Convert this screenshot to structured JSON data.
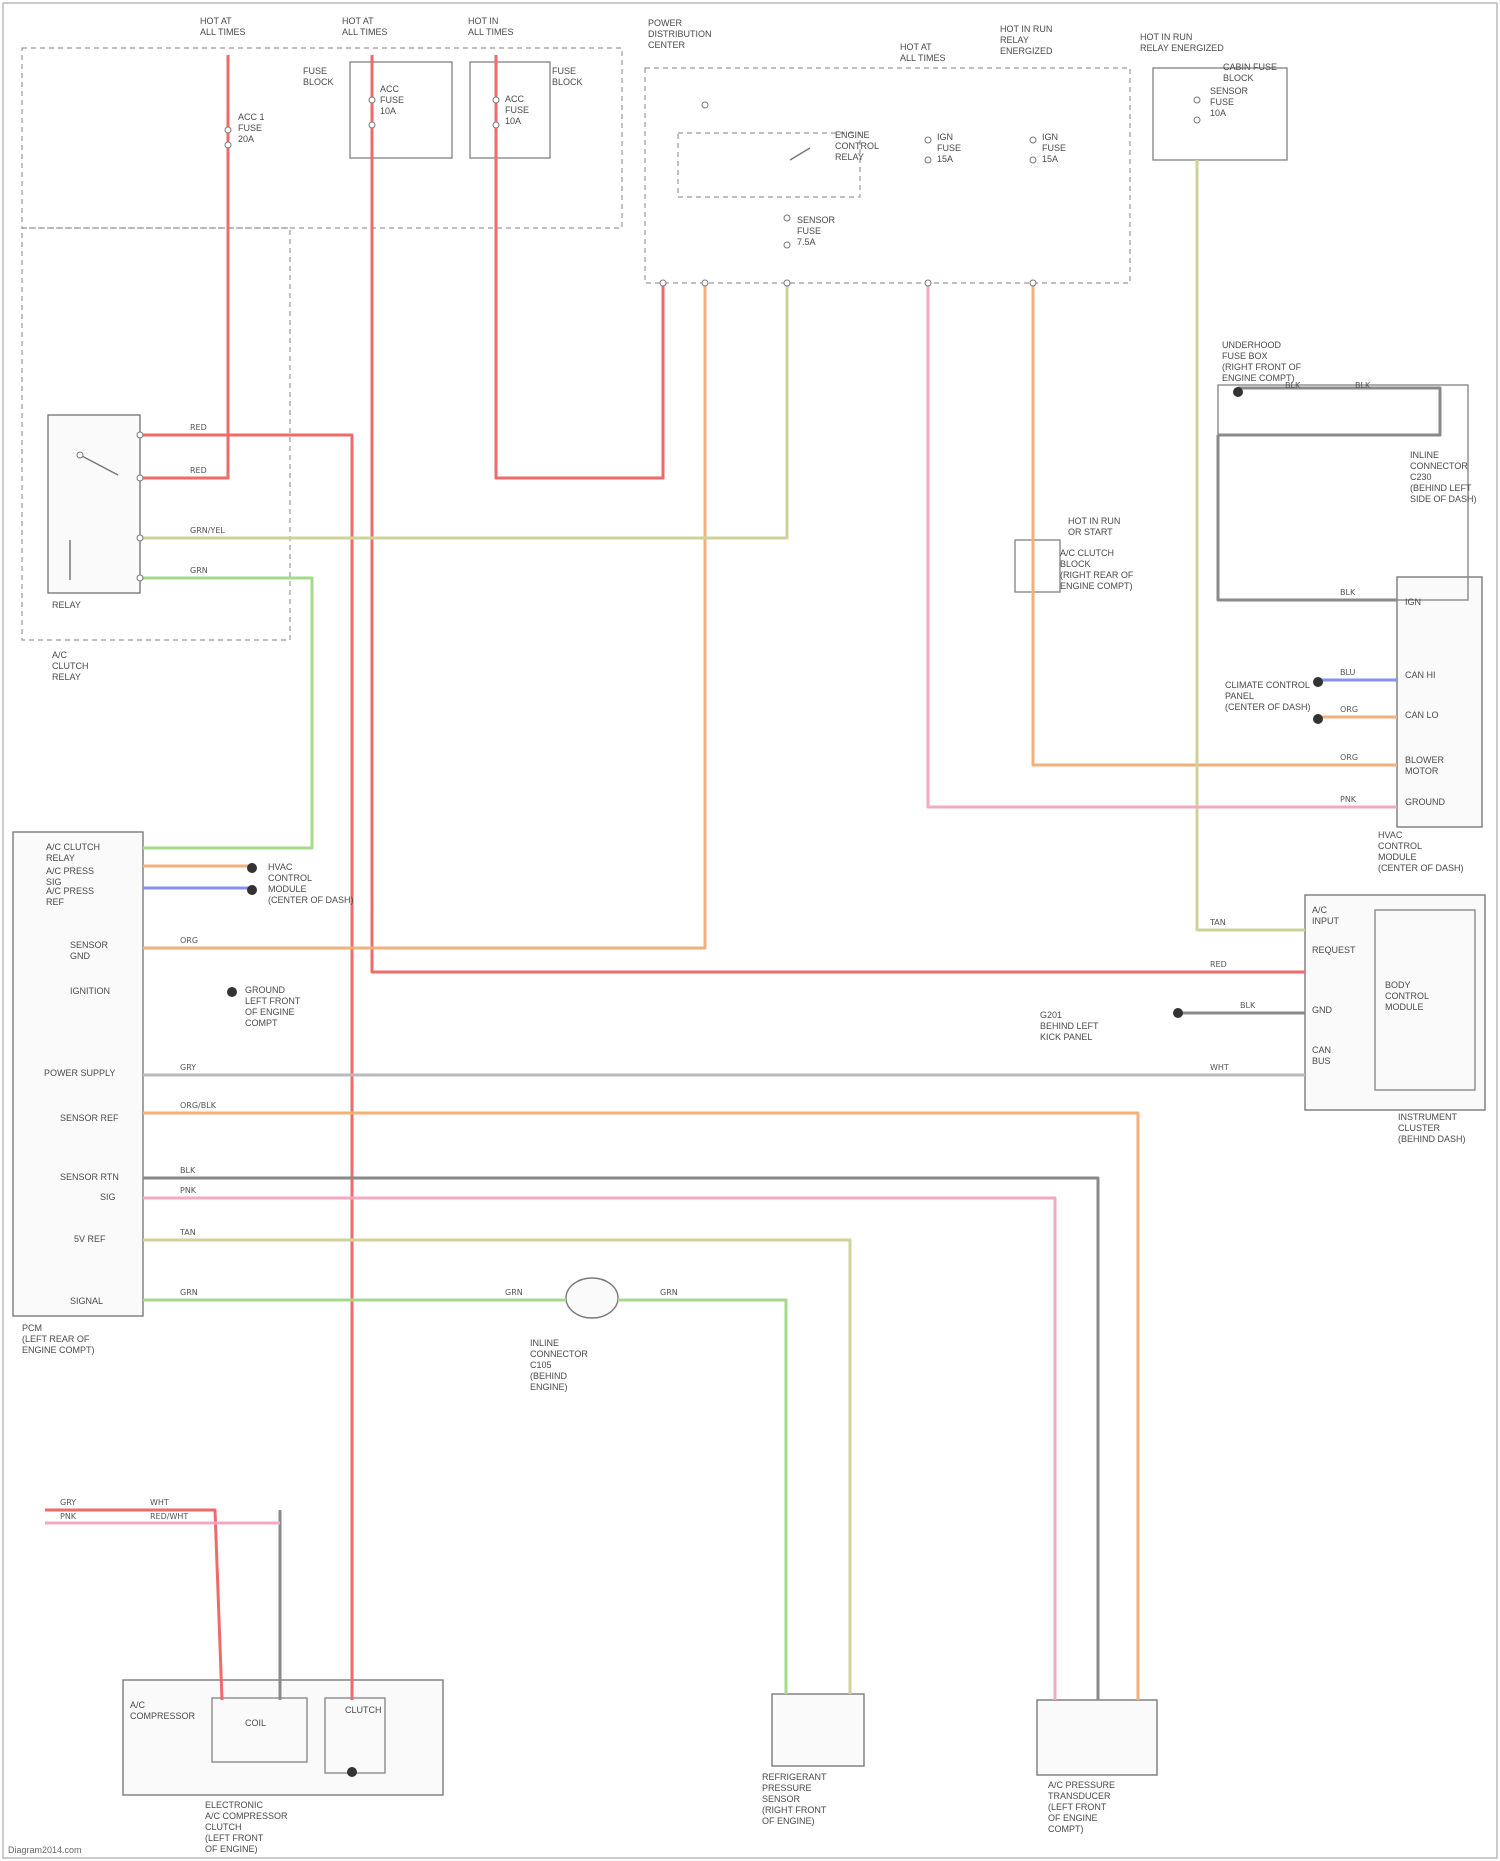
{
  "diagram": {
    "labels": {
      "hot_at_all_times_1": "HOT AT\nALL TIMES",
      "hot_at_all_times_2": "HOT AT\nALL TIMES",
      "hot_at_all_times_3": "HOT IN\nALL TIMES",
      "hot_at_all_times_4": "HOT AT\nALL TIMES",
      "hot_in_run_start": "HOT IN RUN\nOR START",
      "hot_in_run_relay": "HOT IN RUN\nRELAY\nENERGIZED",
      "hot_w_relay": "HOT IN RUN\nRELAY ENERGIZED",
      "power_distribution": "POWER\nDISTRIBUTION\nCENTER",
      "fuse_box_left": "FUSE\nBLOCK",
      "fuse_box_right": "FUSE\nBLOCK",
      "relay_upper": "RELAY",
      "underhood_fuse": "UNDERHOOD\nFUSE BOX\n(RIGHT FRONT OF\nENGINE COMPT)",
      "ac_clutch_relay": "A/C\nCLUTCH\nRELAY",
      "pcm_fuse_area": "A/C CLUTCH\nBLOCK\n(RIGHT REAR OF\nENGINE COMPT)",
      "cabin_fuse": "CABIN FUSE\nBLOCK",
      "ground_left": "GROUND\nLEFT FRONT\nOF ENGINE\nCOMPT",
      "pcm": "PCM\n(LEFT REAR OF\nENGINE COMPT)",
      "inline_connector": "INLINE\nCONNECTOR\nC105\n(BEHIND\nENGINE)",
      "inline_connector_2": "INLINE\nCONNECTOR\nC230\n(BEHIND LEFT\nSIDE OF DASH)",
      "hvac_control": "HVAC\nCONTROL\nMODULE\n(CENTER OF DASH)",
      "climate_ctrl": "CLIMATE CONTROL\nPANEL\n(CENTER OF DASH)",
      "body_control": "BODY\nCONTROL\nMODULE",
      "ground_g201": "G201\nBEHIND LEFT\nKICK PANEL",
      "instrument": "INSTRUMENT\nCLUSTER\n(BEHIND DASH)",
      "compressor": "ELECTRONIC\nA/C COMPRESSOR\nCLUTCH\n(LEFT FRONT\nOF ENGINE)",
      "pressure_sensor": "REFRIGERANT\nPRESSURE\nSENSOR\n(RIGHT FRONT\nOF ENGINE)",
      "ac_pressure_sw": "A/C PRESSURE\nTRANSDUCER\n(LEFT FRONT\nOF ENGINE\nCOMPT)",
      "compressor_sub": "A/C\nCOMPRESSOR",
      "clutch_sub": "CLUTCH",
      "coil_sub": "COIL",
      "fuse_20a_1": "ACC 1\nFUSE\n20A",
      "fuse_10a_1": "ACC\nFUSE\n10A",
      "fuse_10a_2": "ACC\nFUSE\n10A",
      "fuse_15a_1": "IGN\nFUSE\n15A",
      "fuse_15a_2": "IGN\nFUSE\n15A",
      "fuse_10a_3": "SENSOR\nFUSE\n10A",
      "fuse_10a_4": "SENSOR\nFUSE\n10A",
      "fuse_7_5a": "SENSOR\nFUSE\n7.5A",
      "relay_coil_label": "ENGINE\nCONTROL\nRELAY",
      "pcm_pin_1": "A/C CLUTCH\nRELAY",
      "pcm_pin_2": "A/C PRESS\nSIG",
      "pcm_pin_3": "A/C PRESS\nREF",
      "pcm_pin_4": "SENSOR\nGND",
      "pcm_pin_5": "IGNITION",
      "pcm_pin_6": "POWER SUPPLY",
      "pcm_pin_7": "SENSOR REF",
      "pcm_pin_8": "SENSOR RTN",
      "pcm_pin_9": "SIG",
      "pcm_pin_10": "5V REF",
      "pcm_pin_11": "SIGNAL",
      "hvac_pin_1": "IGN",
      "hvac_pin_2": "CAN HI",
      "hvac_pin_3": "CAN LO",
      "hvac_pin_4": "BLOWER\nMOTOR",
      "hvac_pin_5": "GROUND",
      "bcm_pin_1": "A/C\nINPUT",
      "bcm_pin_2": "REQUEST",
      "bcm_pin_3": "GND",
      "bcm_pin_4": "CAN\nBUS"
    },
    "wire_labels": {
      "red_1": "RED",
      "red_2": "RED",
      "red_3": "RED",
      "org_1": "ORG",
      "grn_1": "GRN",
      "grn_ylw": "GRN/YEL",
      "pnk": "PNK",
      "gry": "GRY",
      "blu": "BLU",
      "blk": "BLK",
      "wht": "WHT",
      "tan": "TAN",
      "org_blk": "ORG/BLK",
      "red_wht": "RED/WHT"
    },
    "watermark": "Diagram2014.com"
  },
  "colors": {
    "red": "#f06a6a",
    "orange": "#f2b07a",
    "green": "#a6d98a",
    "yellow_green": "#cfd39a",
    "pink": "#f4a9c0",
    "gray": "#b9b9b9",
    "blue": "#8a8ff0",
    "black": "#8a8a8a"
  }
}
